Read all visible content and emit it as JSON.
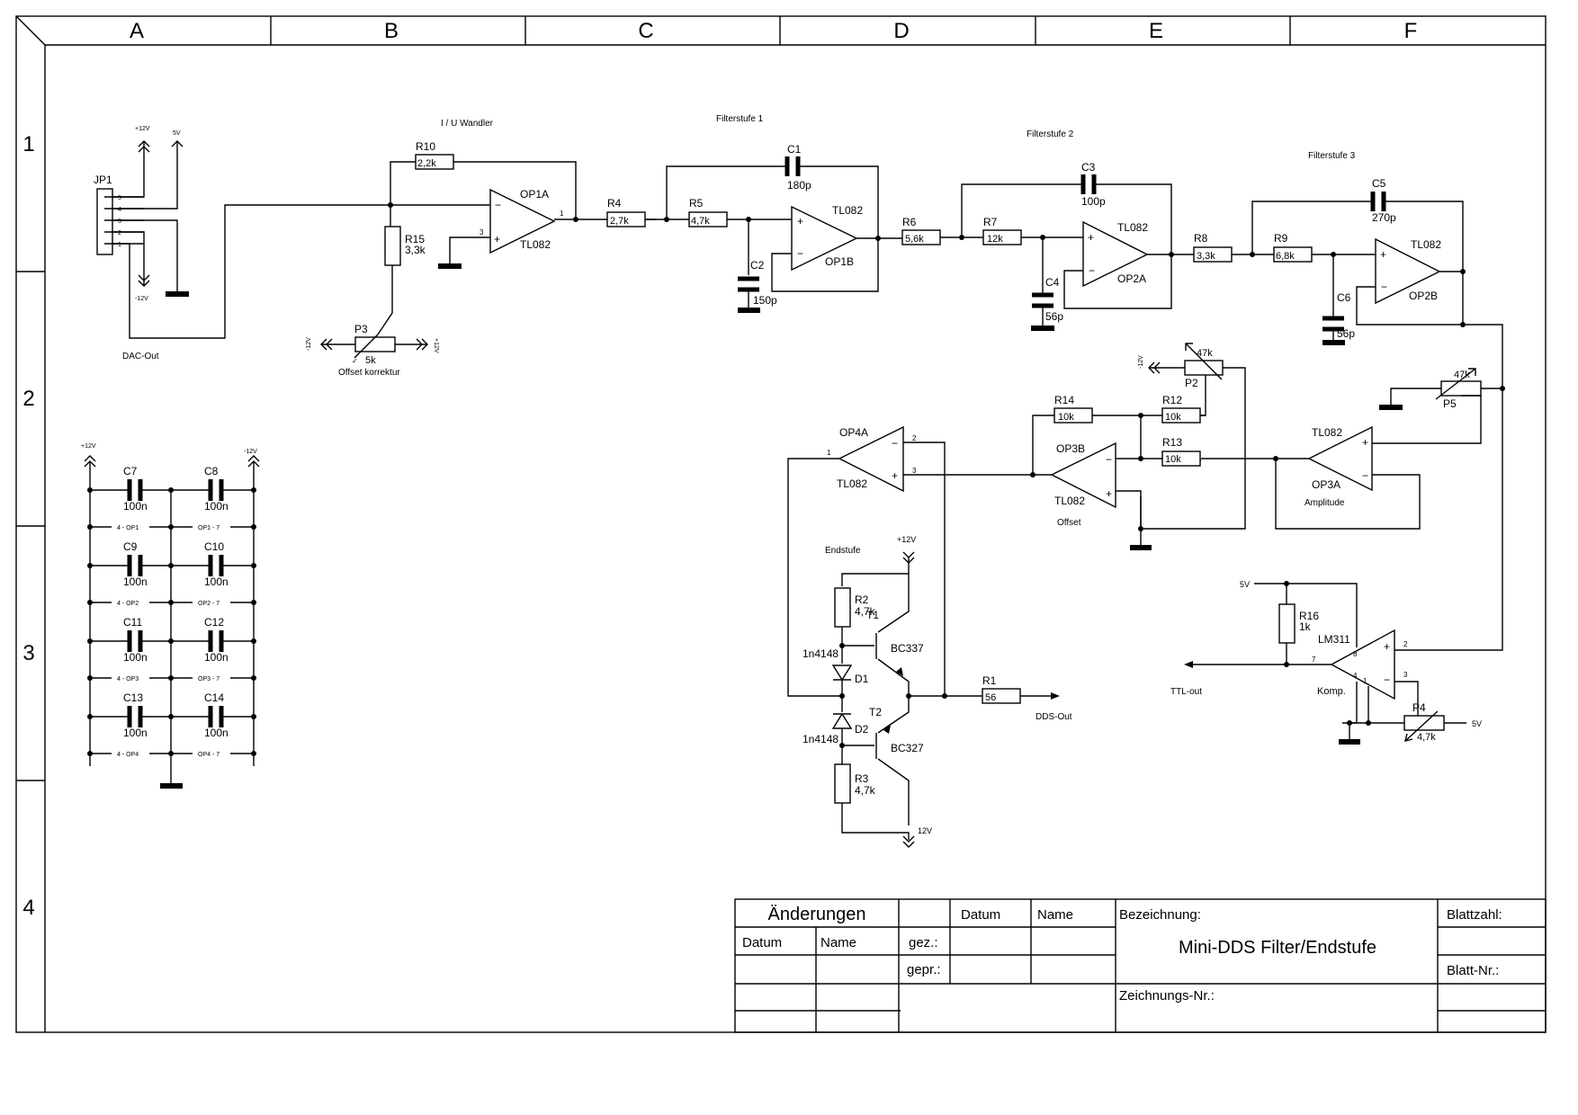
{
  "frame": {
    "columns": [
      "A",
      "B",
      "C",
      "D",
      "E",
      "F"
    ],
    "rows": [
      "1",
      "2",
      "3",
      "4"
    ]
  },
  "title_block": {
    "changes_header": "Änderungen",
    "col_date": "Datum",
    "col_name": "Name",
    "gez": "gez.:",
    "gepr": "gepr.:",
    "datum": "Datum",
    "name": "Name",
    "bezeichnung_label": "Bezeichnung:",
    "title": "Mini-DDS Filter/Endstufe",
    "zeichnungs_nr_label": "Zeichnungs-Nr.:",
    "blattzahl_label": "Blattzahl:",
    "blatt_nr_label": "Blatt-Nr.:"
  },
  "labels": {
    "iu_wandler": "I / U Wandler",
    "filterstufe1": "Filterstufe 1",
    "filterstufe2": "Filterstufe 2",
    "filterstufe3": "Filterstufe 3",
    "dac_out": "DAC-Out",
    "offset_korrektur": "Offset korrektur",
    "endstufe": "Endstufe",
    "offset": "Offset",
    "amplitude": "Amplitude",
    "dds_out": "DDS-Out",
    "ttl_out": "TTL-out",
    "komp": "Komp.",
    "plus12": "+12V",
    "minus12": "-12V",
    "five_v": "5V",
    "twelve_v": "12V"
  },
  "components": {
    "JP1": "JP1",
    "R10": {
      "name": "R10",
      "value": "2,2k"
    },
    "R15": {
      "name": "R15",
      "value": "3,3k"
    },
    "P3": {
      "name": "P3",
      "value": "5k"
    },
    "R4": {
      "name": "R4",
      "value": "2,7k"
    },
    "R5": {
      "name": "R5",
      "value": "4,7k"
    },
    "C1": {
      "name": "C1",
      "value": "180p"
    },
    "C2": {
      "name": "C2",
      "value": "150p"
    },
    "R6": {
      "name": "R6",
      "value": "5,6k"
    },
    "R7": {
      "name": "R7",
      "value": "12k"
    },
    "C3": {
      "name": "C3",
      "value": "100p"
    },
    "C4": {
      "name": "C4",
      "value": "56p"
    },
    "R8": {
      "name": "R8",
      "value": "3,3k"
    },
    "R9": {
      "name": "R9",
      "value": "6,8k"
    },
    "C5": {
      "name": "C5",
      "value": "270p"
    },
    "C6": {
      "name": "C6",
      "value": "56p"
    },
    "P2": {
      "name": "P2",
      "value": "47k"
    },
    "P5": {
      "name": "P5",
      "value": "47k"
    },
    "R14": {
      "name": "R14",
      "value": "10k"
    },
    "R12": {
      "name": "R12",
      "value": "10k"
    },
    "R13": {
      "name": "R13",
      "value": "10k"
    },
    "R2": {
      "name": "R2",
      "value": "4,7k"
    },
    "R3": {
      "name": "R3",
      "value": "4,7k"
    },
    "R1": {
      "name": "R1",
      "value": "56"
    },
    "R16": {
      "name": "R16",
      "value": "1k"
    },
    "P4": {
      "name": "P4",
      "value": "4,7k"
    },
    "T1": {
      "name": "T1",
      "value": "BC337"
    },
    "T2": {
      "name": "T2",
      "value": "BC327"
    },
    "D1": {
      "name": "D1",
      "value": "1n4148"
    },
    "D2": {
      "name": "D2",
      "value": "1n4148"
    },
    "OP1A": {
      "name": "OP1A",
      "value": "TL082"
    },
    "OP1B": {
      "name": "OP1B",
      "value": "TL082"
    },
    "OP2A": {
      "name": "OP2A",
      "value": "TL082"
    },
    "OP2B": {
      "name": "OP2B",
      "value": "TL082"
    },
    "OP3A": {
      "name": "OP3A",
      "value": "TL082"
    },
    "OP3B": {
      "name": "OP3B",
      "value": "TL082"
    },
    "OP4A": {
      "name": "OP4A",
      "value": "TL082"
    },
    "LM311": "LM311"
  },
  "decoupling": [
    {
      "left": "C7",
      "right": "C8",
      "value": "100n",
      "pin_left": "4 - OP1",
      "pin_right": "OP1 - 7"
    },
    {
      "left": "C9",
      "right": "C10",
      "value": "100n",
      "pin_left": "4 - OP2",
      "pin_right": "OP2 - 7"
    },
    {
      "left": "C11",
      "right": "C12",
      "value": "100n",
      "pin_left": "4 - OP3",
      "pin_right": "OP3 - 7"
    },
    {
      "left": "C13",
      "right": "C14",
      "value": "100n",
      "pin_left": "4 - OP4",
      "pin_right": "OP4 - 7"
    }
  ],
  "pins": {
    "jp1": [
      "5",
      "4",
      "3",
      "2",
      "1"
    ],
    "p1": "1",
    "p2": "2",
    "p3": "3",
    "p4": "4",
    "p7": "7",
    "p8": "8"
  }
}
